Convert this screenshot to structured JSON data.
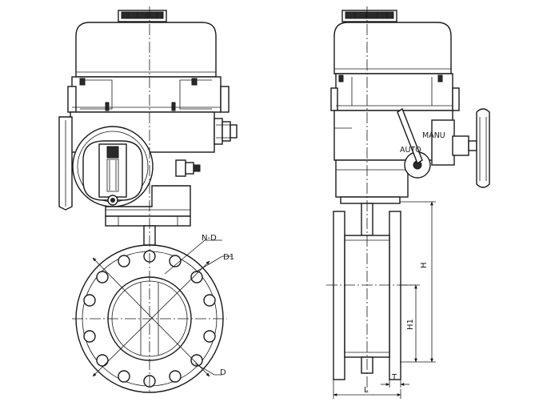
{
  "labels": {
    "n_d": "N-D",
    "d1": "D1",
    "d": "D",
    "manu": "MANU",
    "auto": "AUTO",
    "h": "H",
    "h1": "H1",
    "t": "T",
    "l": "L"
  }
}
